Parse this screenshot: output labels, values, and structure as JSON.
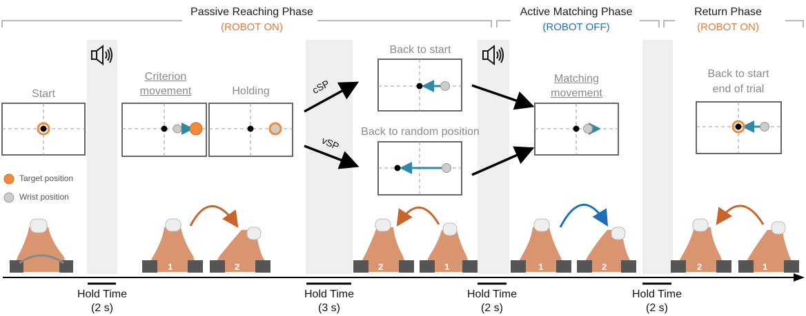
{
  "phases": {
    "passive": {
      "title": "Passive Reaching Phase",
      "status": "(ROBOT ON)"
    },
    "active": {
      "title": "Active Matching Phase",
      "status": "(ROBOT OFF)"
    },
    "return": {
      "title": "Return Phase",
      "status": "(ROBOT ON)"
    }
  },
  "colors": {
    "robot_on": "#e07b39",
    "robot_off": "#1f6fb5",
    "target": "#f28a3c",
    "wrist": "#cccccc",
    "arrow": "#2e8aa8",
    "hold_band": "#efefef"
  },
  "labels": {
    "start": "Start",
    "criterion_1": "Criterion",
    "criterion_2": "movement",
    "holding": "Holding",
    "back_to_start": "Back to start",
    "back_to_random": "Back to random position",
    "csp": "cSP",
    "vsp": "vSP",
    "matching_1": "Matching",
    "matching_2": "movement",
    "end_1": "Back to start",
    "end_2": "end of trial"
  },
  "legend": {
    "target": "Target position",
    "wrist": "Wrist position"
  },
  "hold_times": [
    {
      "label": "Hold Time",
      "value": "(2 s)"
    },
    {
      "label": "Hold Time",
      "value": "(3 s)"
    },
    {
      "label": "Hold Time",
      "value": "(2 s)"
    },
    {
      "label": "Hold Time",
      "value": "(2 s)"
    }
  ],
  "photo_numbers": [
    "1",
    "2",
    "2",
    "1",
    "1",
    "2",
    "2",
    "1"
  ],
  "icons": [
    "speaker-icon",
    "speaker-icon"
  ]
}
